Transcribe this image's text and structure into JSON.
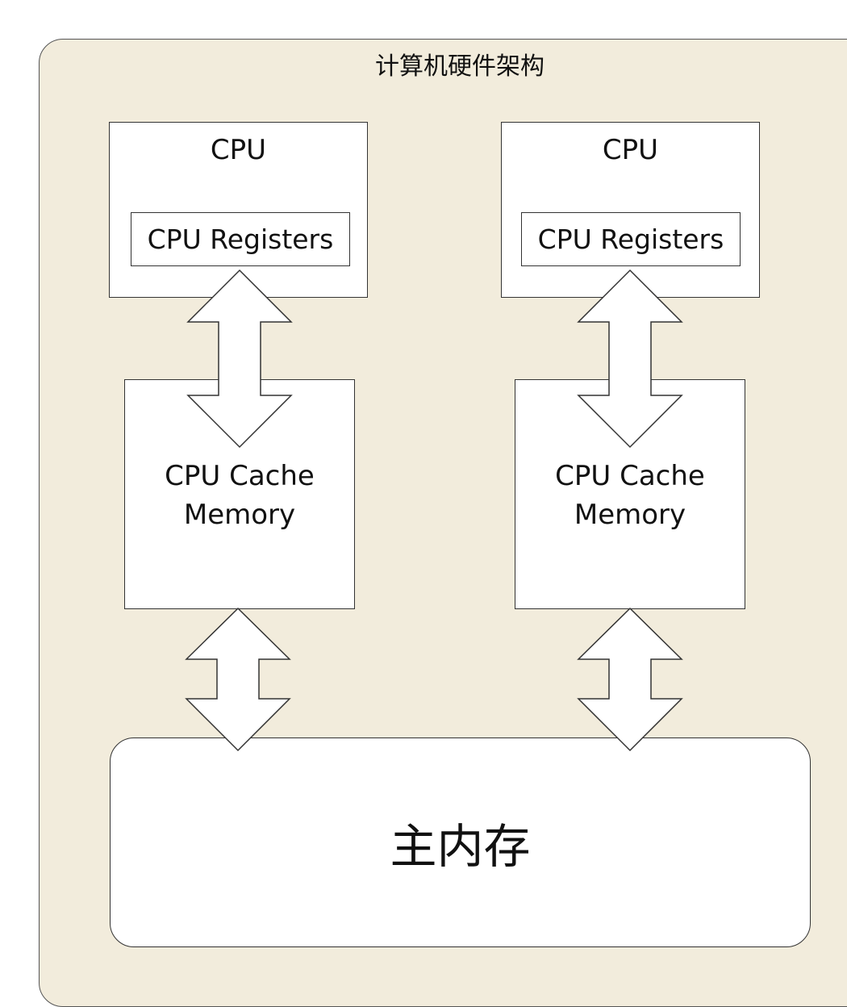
{
  "diagram": {
    "title": "计算机硬件架构",
    "cpus": [
      {
        "label": "CPU",
        "registers_label": "CPU Registers",
        "cache_label_line1": "CPU Cache",
        "cache_label_line2": "Memory"
      },
      {
        "label": "CPU",
        "registers_label": "CPU Registers",
        "cache_label_line1": "CPU Cache",
        "cache_label_line2": "Memory"
      }
    ],
    "main_memory_label": "主内存"
  },
  "colors": {
    "frame_fill": "#f2ecdc",
    "box_fill": "#ffffff",
    "stroke": "#333333"
  }
}
